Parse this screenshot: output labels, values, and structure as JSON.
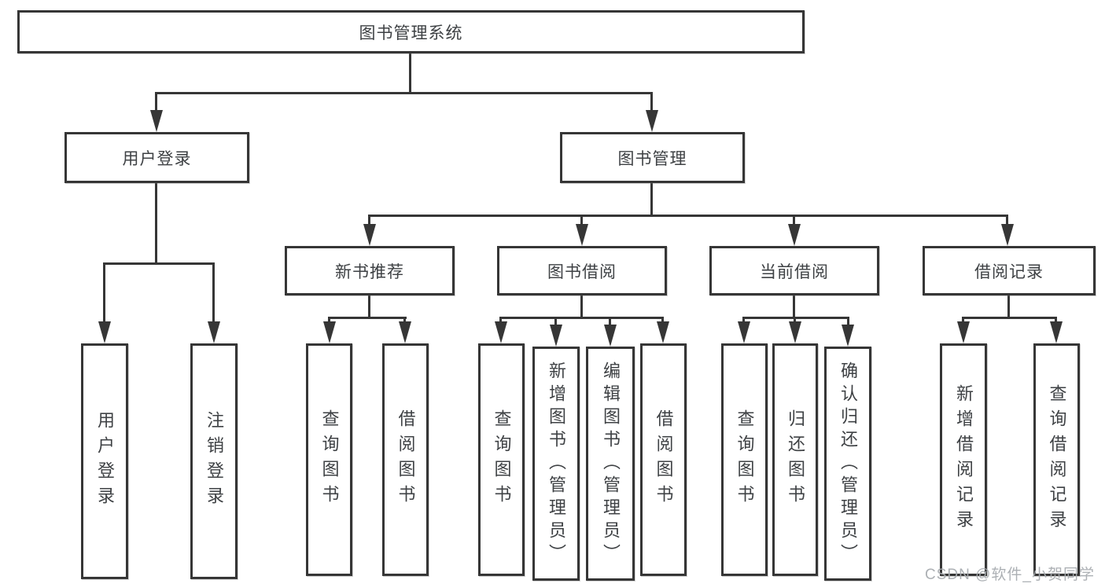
{
  "root": {
    "label": "图书管理系统"
  },
  "level2": {
    "user_login": "用户登录",
    "book_management": "图书管理"
  },
  "level3": {
    "new_books": "新书推荐",
    "book_borrow": "图书借阅",
    "current_borrow": "当前借阅",
    "borrow_records": "借阅记录"
  },
  "leaves": [
    {
      "label": "用户登录"
    },
    {
      "label": "注销登录"
    },
    {
      "label": "查询图书"
    },
    {
      "label": "借阅图书"
    },
    {
      "label": "查询图书"
    },
    {
      "label": "新增图书（管理员）"
    },
    {
      "label": "编辑图书（管理员）"
    },
    {
      "label": "借阅图书"
    },
    {
      "label": "查询图书"
    },
    {
      "label": "归还图书"
    },
    {
      "label": "确认归还（管理员）"
    },
    {
      "label": "新增借阅记录"
    },
    {
      "label": "查询借阅记录"
    }
  ],
  "watermark": "CSDN @软件_小贺同学",
  "colors": {
    "line": "#363636",
    "text": "#3e4144",
    "watermark": "#a8acb0",
    "background": "#ffffff"
  }
}
